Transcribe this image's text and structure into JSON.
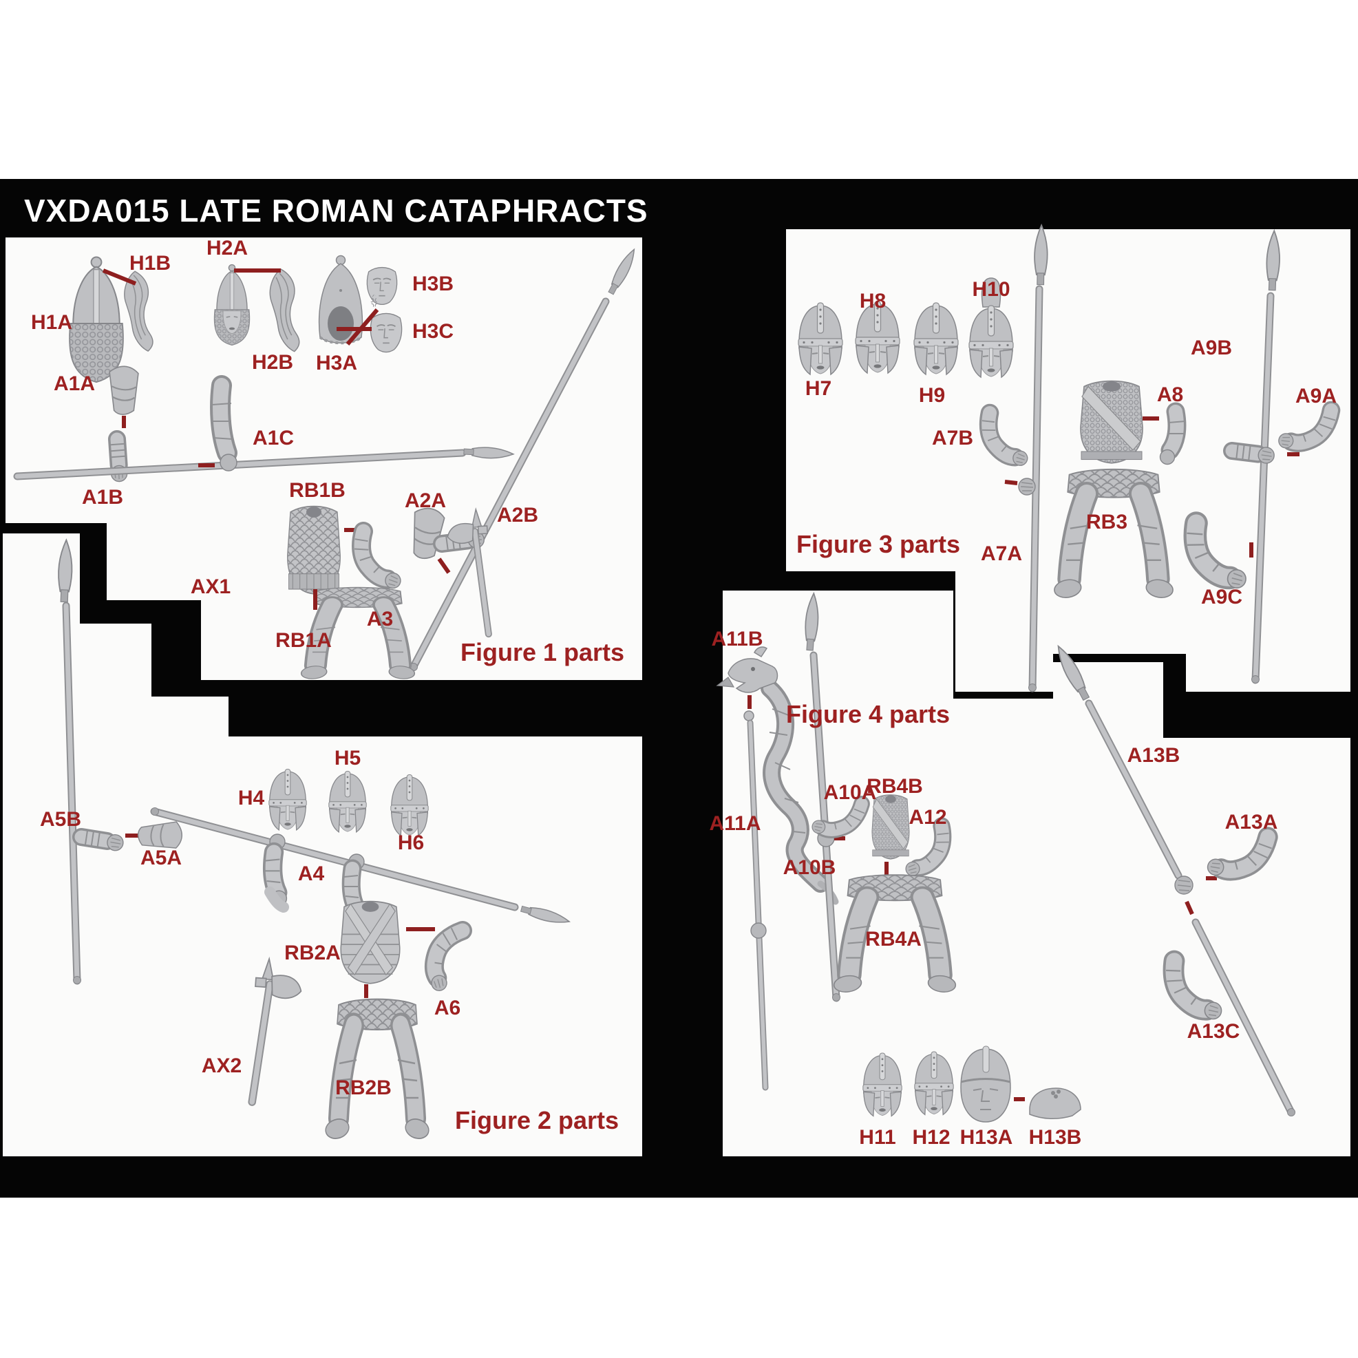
{
  "title": "VXDA015 LATE ROMAN CATAPHRACTS",
  "accent_color": "#9d2121",
  "background_color": "#050505",
  "panel_color": "#fbfbfa",
  "figures": {
    "f1": {
      "caption": "Figure 1 parts",
      "parts": {
        "h1a": "H1A",
        "h1b": "H1B",
        "h2a": "H2A",
        "h2b": "H2B",
        "h3a": "H3A",
        "h3b": "H3B",
        "h3c": "H3C",
        "a1a": "A1A",
        "a1b": "A1B",
        "a1c": "A1C",
        "rb1b": "RB1B",
        "a2a": "A2A",
        "a2b": "A2B",
        "ax1": "AX1",
        "a3": "A3",
        "rb1a": "RB1A"
      }
    },
    "f2": {
      "caption": "Figure 2 parts",
      "parts": {
        "h4": "H4",
        "h5": "H5",
        "h6": "H6",
        "a4": "A4",
        "a5a": "A5A",
        "a5b": "A5B",
        "rb2a": "RB2A",
        "a6": "A6",
        "ax2": "AX2",
        "rb2b": "RB2B"
      }
    },
    "f3": {
      "caption": "Figure 3 parts",
      "parts": {
        "h7": "H7",
        "h8": "H8",
        "h9": "H9",
        "h10": "H10",
        "a7a": "A7A",
        "a7b": "A7B",
        "a8": "A8",
        "a9a": "A9A",
        "a9b": "A9B",
        "a9c": "A9C",
        "rb3": "RB3"
      }
    },
    "f4": {
      "caption": "Figure 4 parts",
      "parts": {
        "a10a": "A10A",
        "a10b": "A10B",
        "a11a": "A11A",
        "a11b": "A11B",
        "a12": "A12",
        "a13a": "A13A",
        "a13b": "A13B",
        "a13c": "A13C",
        "rb4a": "RB4A",
        "rb4b": "RB4B",
        "h11": "H11",
        "h12": "H12",
        "h13a": "H13A",
        "h13b": "H13B"
      }
    }
  }
}
